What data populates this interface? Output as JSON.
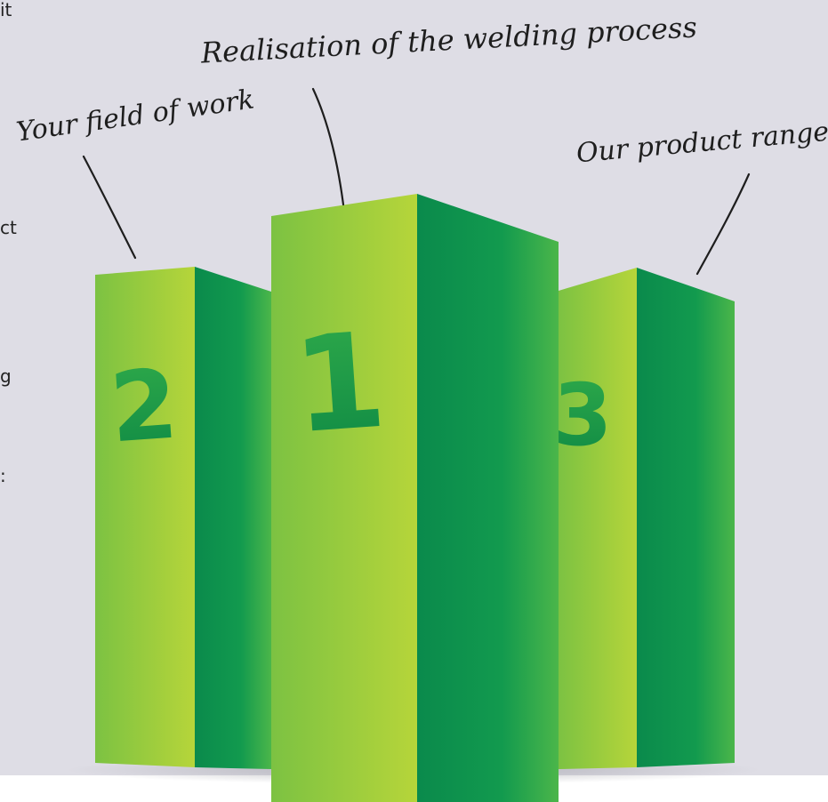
{
  "annotations": {
    "first": "Realisation of the welding process",
    "second": "Your field of work",
    "third": "Our product range"
  },
  "podium": {
    "first": "1",
    "second": "2",
    "third": "3"
  },
  "cropped_text": [
    "it",
    "ct",
    "g",
    ":"
  ],
  "colors": {
    "background": "#dedde5",
    "light_green": "#a6cf3a",
    "mid_green": "#4db848",
    "dark_green": "#0a8c4b"
  }
}
